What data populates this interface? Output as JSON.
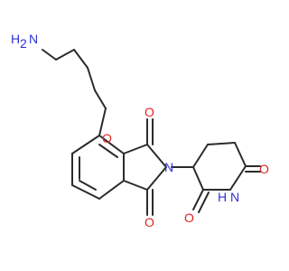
{
  "molecule": {
    "colors": {
      "bond": "#2b2b2b",
      "nitrogen": "#2f2fd6",
      "oxygen": "#e0231c"
    },
    "labels": {
      "amine_h2": "H",
      "amine_h2_sub": "2",
      "amine_n": "N",
      "ether_o": "O",
      "imide_n": "N",
      "carbonyl_o_top": "O",
      "carbonyl_o_bottom": "O",
      "glutarimide_o_right": "O",
      "glutarimide_nh_h": "H",
      "glutarimide_nh_n": "N",
      "glutarimide_o_left": "O"
    }
  }
}
